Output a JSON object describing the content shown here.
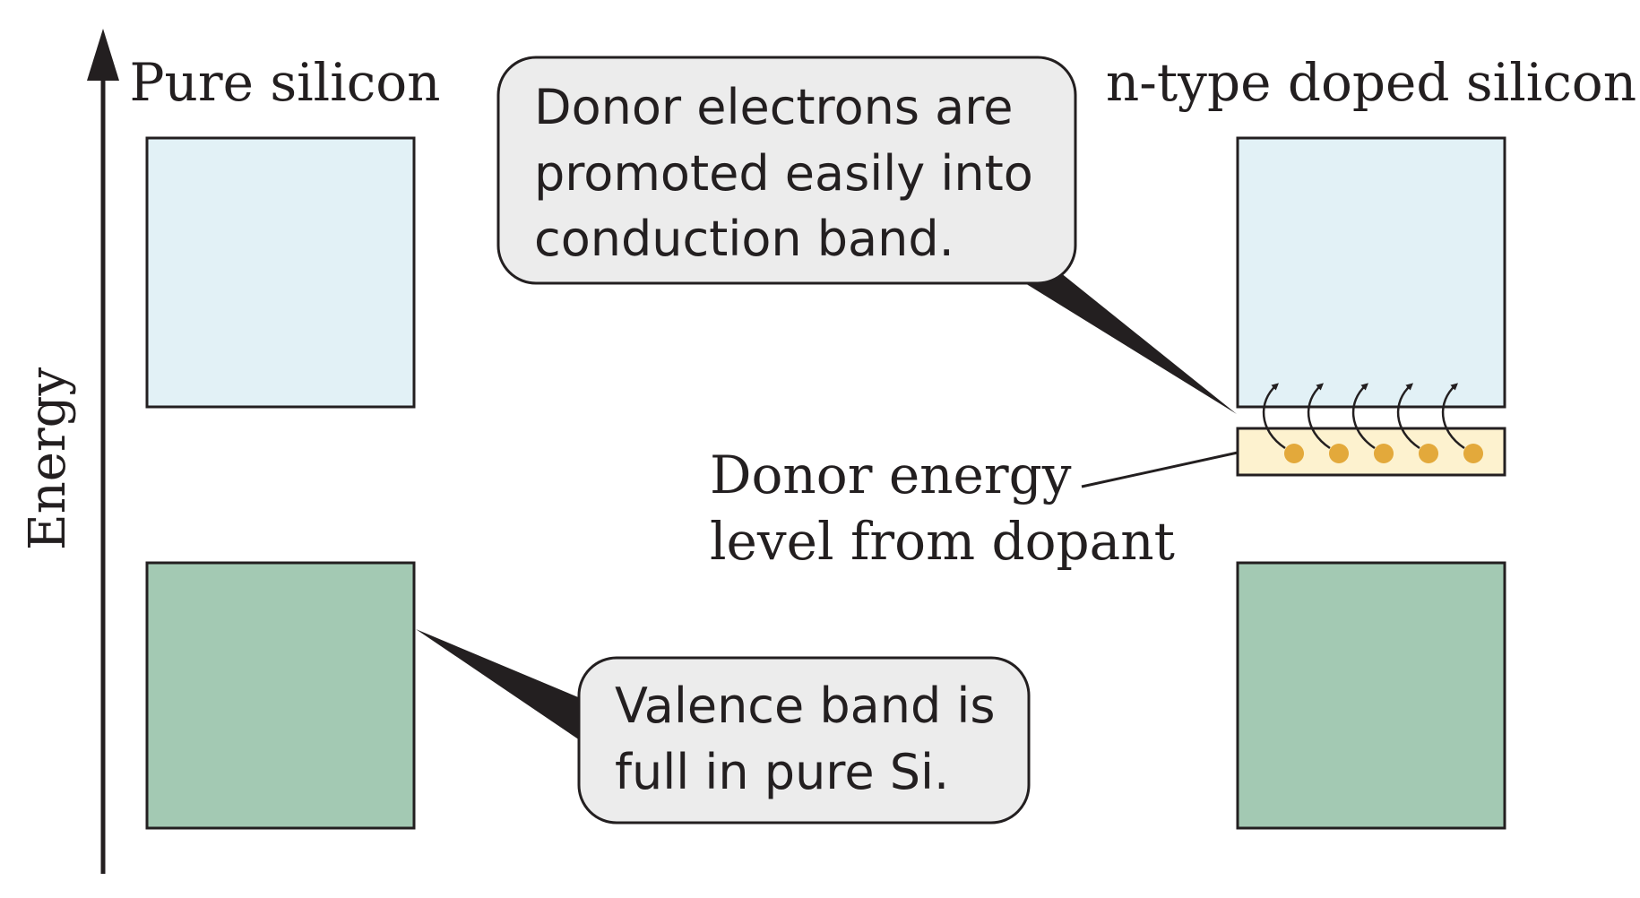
{
  "axis": {
    "label": "Energy"
  },
  "panels": {
    "left": {
      "title": "Pure silicon"
    },
    "right": {
      "title": "n-type doped silicon"
    }
  },
  "callouts": {
    "donor_electrons": [
      "Donor electrons are",
      "promoted easily into",
      "conduction band."
    ],
    "valence_full": [
      "Valence band is",
      "full in pure Si."
    ]
  },
  "labels": {
    "donor_level": [
      "Donor energy",
      "level from dopant"
    ]
  },
  "donor_electrons_count": 5,
  "colors": {
    "conduction_band": "#e2f1f6",
    "valence_band": "#a3c9b3",
    "donor_level": "#fdf2cf",
    "electron": "#e3a93b",
    "callout_fill": "#ececec",
    "stroke": "#231f20"
  }
}
